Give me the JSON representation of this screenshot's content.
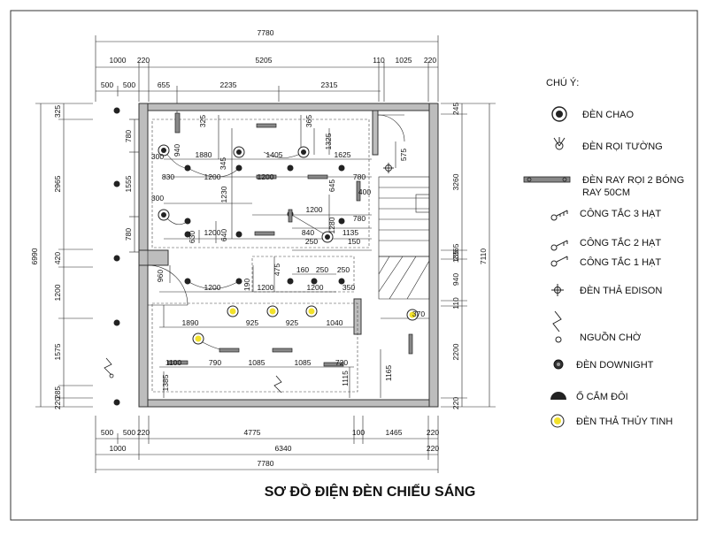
{
  "title": "SƠ ĐỒ ĐIỆN ĐÈN CHIẾU SÁNG",
  "legend": {
    "heading": "CHÚ Ý:",
    "items": [
      {
        "icon": "ceiling-lamp-icon",
        "label": "ĐÈN CHAO"
      },
      {
        "icon": "wall-spotlight-icon",
        "label": "ĐÈN RỌI TƯỜNG"
      },
      {
        "icon": "track-light-icon",
        "label": "ĐÈN RAY RỌI 2 BÓNG",
        "label2": "RAY 50CM"
      },
      {
        "icon": "switch-3-icon",
        "label": "CÔNG TẮC 3 HẠT"
      },
      {
        "icon": "switch-2-icon",
        "label": "CÔNG TẮC 2 HẠT"
      },
      {
        "icon": "switch-1-icon",
        "label": "CÔNG TẮC 1 HẠT"
      },
      {
        "icon": "edison-pendant-icon",
        "label": "ĐÈN THẢ EDISON"
      },
      {
        "icon": "standby-power-icon",
        "label": "NGUỒN CHỜ"
      },
      {
        "icon": "downlight-icon",
        "label": "ĐÈN DOWNIGHT"
      },
      {
        "icon": "double-socket-icon",
        "label": "Ổ CẮM ĐÔI"
      },
      {
        "icon": "glass-pendant-icon",
        "label": "ĐÈN THẢ THỦY TINH"
      }
    ]
  },
  "dims": {
    "top_total": "7780",
    "top_row2": [
      "1000",
      "220",
      "5205",
      "110",
      "1025",
      "220"
    ],
    "top_row3": [
      "500",
      "500",
      "655",
      "2235",
      "2315"
    ],
    "bottom_row1": [
      "500",
      "500",
      "220",
      "4775",
      "100",
      "1465",
      "220"
    ],
    "bottom_row2": [
      "1000",
      "6340",
      "220"
    ],
    "bottom_total": "7780",
    "left_total": "6990",
    "left_row": [
      "325",
      "2965",
      "420",
      "1200",
      "1575",
      "285",
      "220"
    ],
    "left_inner": [
      "780",
      "1555",
      "780"
    ],
    "right_total": "7110",
    "right_row": [
      "245",
      "3260",
      "2365",
      "135",
      "940",
      "110",
      "2200",
      "220"
    ],
    "interior": [
      "325",
      "940",
      "365",
      "1325",
      "1880",
      "1405",
      "1625",
      "575",
      "830",
      "1200",
      "300",
      "345",
      "645",
      "780",
      "1200",
      "1230",
      "1280",
      "400",
      "300",
      "630",
      "1200",
      "640",
      "1200",
      "1135",
      "250",
      "150",
      "780",
      "840",
      "160",
      "250",
      "250",
      "350",
      "190",
      "475",
      "1200",
      "1200",
      "1200",
      "1890",
      "925",
      "925",
      "1040",
      "370",
      "1100",
      "790",
      "1085",
      "1085",
      "720",
      "1385",
      "1115",
      "1165",
      "960",
      "1200",
      "940"
    ]
  }
}
